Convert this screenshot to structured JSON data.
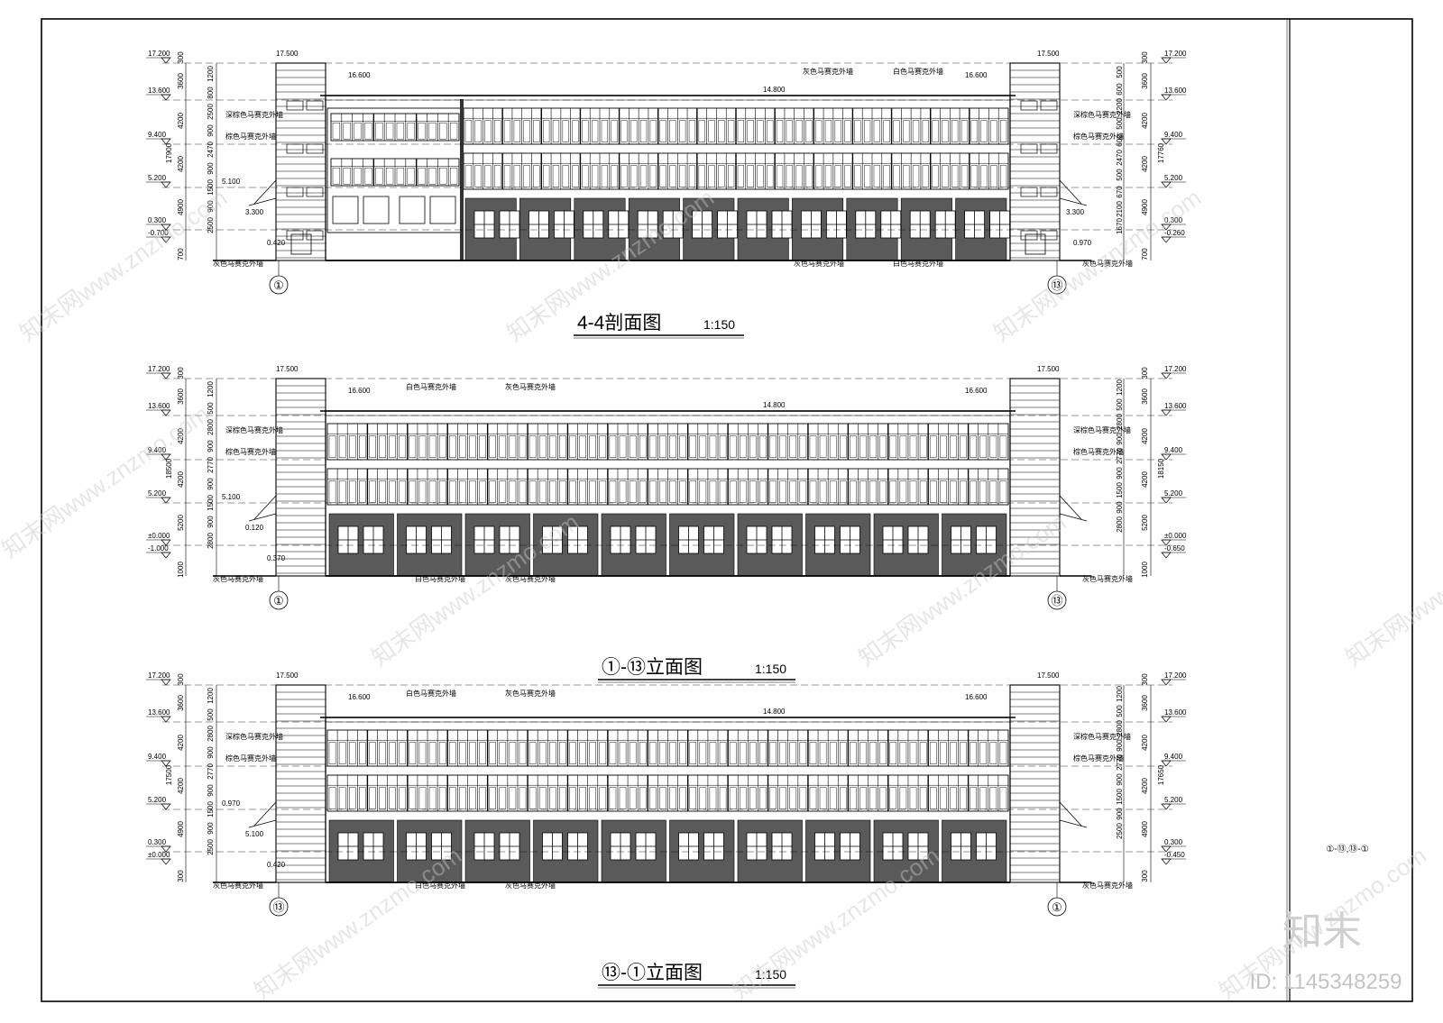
{
  "sheet": {
    "side_label": "①-⑬,⑬-①",
    "watermark": "知末网www.znzmo.com",
    "brand": "知末",
    "id_text": "ID: 1145348259"
  },
  "drawings": [
    {
      "title": "4-4剖面图",
      "scale": "1:150",
      "axis_left": "①",
      "axis_right": "⑬",
      "elev_left": [
        "17.200",
        "13.600",
        "9.400",
        "5.200",
        "0.300",
        "-0.700"
      ],
      "elev_right": [
        "17.200",
        "13.600",
        "9.400",
        "5.200",
        "0.300",
        "-0.260"
      ],
      "mid_elevs": [
        "17.500",
        "16.600",
        "14.800",
        "16.600",
        "17.500",
        "5.100",
        "3.300",
        "0.420",
        "3.300",
        "0.970"
      ],
      "dims_left": [
        "300",
        "3600",
        "4200",
        "4200",
        "4900",
        "700"
      ],
      "dims_left_inner": [
        "1200",
        "800",
        "2500",
        "900",
        "2470",
        "900",
        "1500",
        "900",
        "2500"
      ],
      "dims_right_inner": [
        "500",
        "600",
        "2200",
        "500",
        "600",
        "2470",
        "500",
        "670",
        "2100",
        "1670"
      ],
      "total_left": "17900",
      "total_right": "17760",
      "note_a": "深棕色马赛克外墙",
      "note_b": "棕色马赛克外墙",
      "note_c": "灰色马赛克外墙",
      "note_d": "白色马赛克外墙",
      "note_e": "灰色马赛克外墙",
      "note_f": "白色马赛克外墙",
      "note_g": "灰色马赛克外墙"
    },
    {
      "title": "①-⑬立面图",
      "scale": "1:150",
      "axis_left": "①",
      "axis_right": "⑬",
      "elev_left": [
        "17.200",
        "13.600",
        "9.400",
        "5.200",
        "±0.000",
        "-1.000"
      ],
      "elev_right": [
        "17.200",
        "13.600",
        "9.400",
        "5.200",
        "±0.000",
        "-0.650"
      ],
      "mid_elevs": [
        "17.500",
        "16.600",
        "14.800",
        "16.600",
        "17.500",
        "5.100",
        "0.120",
        "0.370"
      ],
      "dims_left": [
        "300",
        "3600",
        "4200",
        "4200",
        "5200",
        "1000"
      ],
      "dims_left_inner": [
        "1200",
        "500",
        "2800",
        "900",
        "2770",
        "900",
        "1500",
        "900",
        "2800"
      ],
      "dims_right_inner": [
        "1200",
        "500",
        "2800",
        "900",
        "2770",
        "900",
        "1500",
        "900",
        "2800"
      ],
      "total_left": "18500",
      "total_right": "18150",
      "note_a": "深棕色马赛克外墙",
      "note_b": "棕色马赛克外墙",
      "note_c": "灰色马赛克外墙",
      "note_d": "白色马赛克外墙",
      "note_e": "灰色马赛克外墙",
      "note_f": "白色马赛克外墙",
      "note_g": "灰色马赛克外墙"
    },
    {
      "title": "⑬-①立面图",
      "scale": "1:150",
      "axis_left": "⑬",
      "axis_right": "①",
      "elev_left": [
        "17.200",
        "13.600",
        "9.400",
        "5.200",
        "0.300",
        "±0.000"
      ],
      "elev_right": [
        "17.200",
        "13.600",
        "9.400",
        "5.200",
        "0.300",
        "-0.450"
      ],
      "mid_elevs": [
        "17.500",
        "16.600",
        "14.800",
        "16.600",
        "17.500",
        "0.970",
        "5.100",
        "0.420"
      ],
      "dims_left": [
        "300",
        "3600",
        "4200",
        "4200",
        "4900",
        "300"
      ],
      "dims_left_inner": [
        "1200",
        "500",
        "2800",
        "900",
        "2770",
        "900",
        "1500",
        "900",
        "2500"
      ],
      "dims_right_inner": [
        "1200",
        "500",
        "2800",
        "900",
        "2770",
        "900",
        "1500",
        "900",
        "2500"
      ],
      "total_left": "17500",
      "total_right": "17650",
      "note_a": "深棕色马赛克外墙",
      "note_b": "棕色马赛克外墙",
      "note_c": "灰色马赛克外墙",
      "note_d": "白色马赛克外墙",
      "note_e": "灰色马赛克外墙",
      "note_f": "白色马赛克外墙",
      "note_g": "灰色马赛克外墙"
    }
  ],
  "colors": {
    "ink": "#000000",
    "panel": "#5a5a5a",
    "tower": "#444444"
  }
}
